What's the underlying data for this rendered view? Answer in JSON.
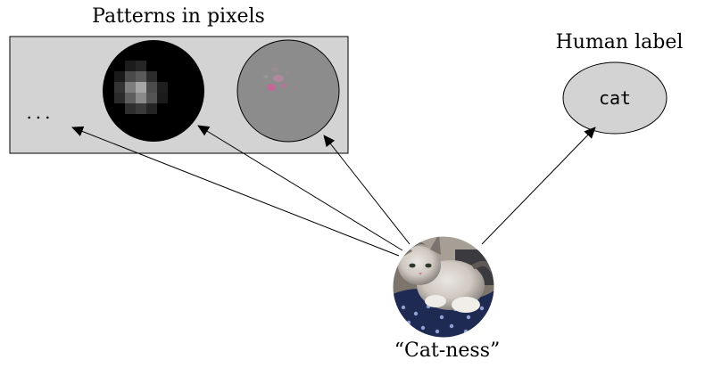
{
  "patterns_panel": {
    "title": "Patterns in pixels",
    "ellipsis": "...",
    "background_color": "#d3d3d3",
    "pattern_1": "dark-activation-patch",
    "pattern_2": "gray-cat-feature-patch"
  },
  "human_label": {
    "title": "Human label",
    "value": "cat",
    "fill_color": "#d3d3d3"
  },
  "source": {
    "caption": "“Cat-ness”",
    "image": "cat-photo"
  },
  "arrow_color": "#000000"
}
